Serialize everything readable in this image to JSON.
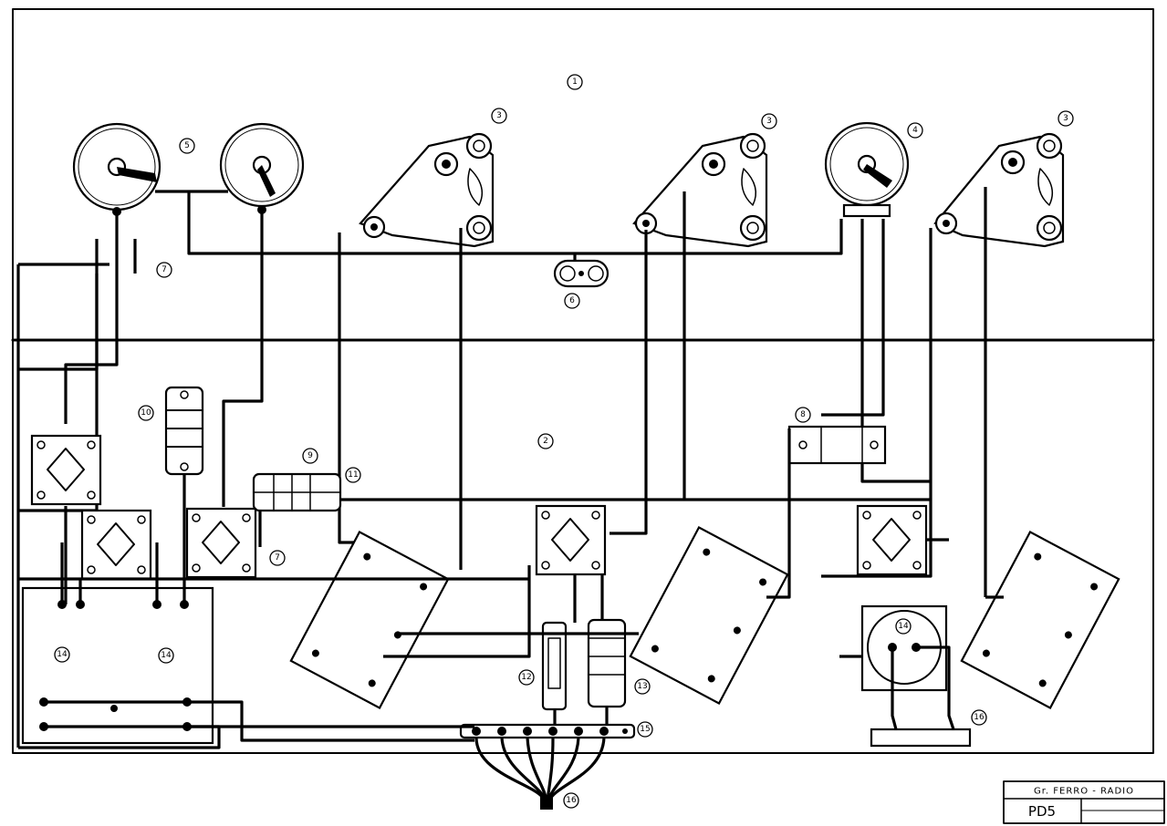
{
  "title_block": {
    "company": "Gr. FERRO - RADIO",
    "drawing_no": "PD5",
    "sign_1": "",
    "sign_2": ""
  },
  "callouts": [
    "1",
    "2",
    "3",
    "4",
    "5",
    "6",
    "7",
    "8",
    "9",
    "10",
    "11",
    "12",
    "13",
    "14",
    "15",
    "16"
  ]
}
